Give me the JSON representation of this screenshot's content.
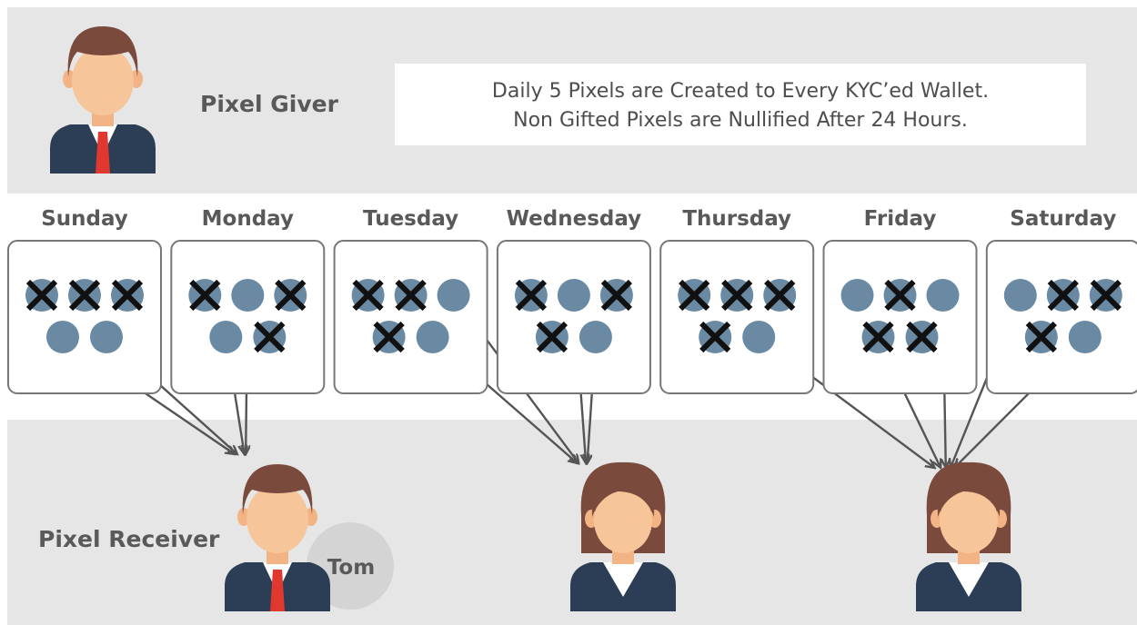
{
  "giver": {
    "label": "Pixel Giver"
  },
  "receiver": {
    "label": "Pixel Receiver",
    "name": "Tom"
  },
  "info": {
    "line1": "Daily 5 Pixels are Created to Every KYC’ed Wallet.",
    "line2": "Non Gifted Pixels are Nullified After 24 Hours."
  },
  "days": [
    {
      "name": "Sunday",
      "pixels": [
        true,
        true,
        true,
        false,
        false
      ]
    },
    {
      "name": "Monday",
      "pixels": [
        true,
        false,
        true,
        false,
        true
      ]
    },
    {
      "name": "Tuesday",
      "pixels": [
        true,
        true,
        false,
        true,
        false
      ]
    },
    {
      "name": "Wednesday",
      "pixels": [
        true,
        false,
        true,
        true,
        false
      ]
    },
    {
      "name": "Thursday",
      "pixels": [
        true,
        true,
        true,
        true,
        false
      ]
    },
    {
      "name": "Friday",
      "pixels": [
        false,
        true,
        false,
        true,
        true
      ]
    },
    {
      "name": "Saturday",
      "pixels": [
        false,
        true,
        true,
        true,
        false
      ]
    }
  ],
  "gifts": [
    {
      "day": 0,
      "pixel": 3,
      "to": 0
    },
    {
      "day": 0,
      "pixel": 4,
      "to": 0
    },
    {
      "day": 1,
      "pixel": 1,
      "to": 0
    },
    {
      "day": 1,
      "pixel": 3,
      "to": 0
    },
    {
      "day": 2,
      "pixel": 2,
      "to": 1
    },
    {
      "day": 2,
      "pixel": 4,
      "to": 1
    },
    {
      "day": 3,
      "pixel": 1,
      "to": 1
    },
    {
      "day": 3,
      "pixel": 4,
      "to": 1
    },
    {
      "day": 4,
      "pixel": 4,
      "to": 2
    },
    {
      "day": 5,
      "pixel": 0,
      "to": 2
    },
    {
      "day": 5,
      "pixel": 2,
      "to": 2
    },
    {
      "day": 6,
      "pixel": 0,
      "to": 2
    },
    {
      "day": 6,
      "pixel": 4,
      "to": 2
    }
  ],
  "colors": {
    "pixel": "#6a8aa4",
    "band": "#e6e6e6",
    "suit": "#2c3e56",
    "tie": "#e0382e",
    "skin": "#f7c59a",
    "hair": "#7a4a3d"
  },
  "icons": [
    "male-giver-avatar",
    "male-receiver-avatar",
    "female-receiver-avatar"
  ]
}
